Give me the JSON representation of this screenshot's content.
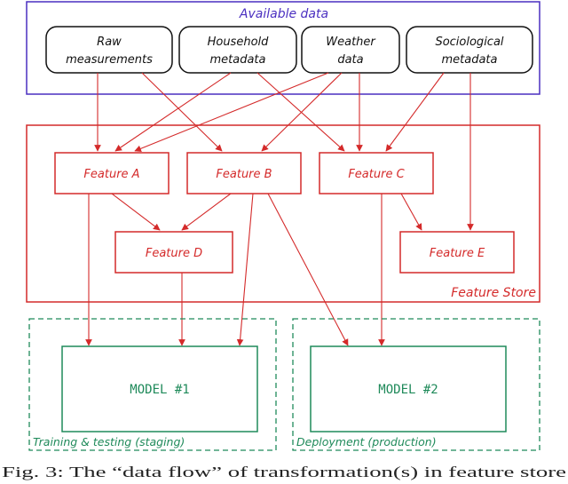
{
  "colors": {
    "available_data": "#4a2fc0",
    "feature_store": "#d42a2a",
    "model": "#1f8a5a",
    "source_box": "#111111",
    "caption": "#222222"
  },
  "available_data": {
    "label": "Available data",
    "sources": {
      "raw": {
        "line1": "Raw",
        "line2": "measurements"
      },
      "household": {
        "line1": "Household",
        "line2": "metadata"
      },
      "weather": {
        "line1": "Weather",
        "line2": "data"
      },
      "sociological": {
        "line1": "Sociological",
        "line2": "metadata"
      }
    }
  },
  "feature_store": {
    "label": "Feature Store",
    "features": {
      "a": "Feature A",
      "b": "Feature B",
      "c": "Feature C",
      "d": "Feature D",
      "e": "Feature E"
    }
  },
  "training": {
    "label": "Training & testing (staging)",
    "model": "MODEL #1"
  },
  "deployment": {
    "label": "Deployment (production)",
    "model": "MODEL #2"
  },
  "caption": "Fig. 3: The “data flow” of transformation(s) in feature store"
}
